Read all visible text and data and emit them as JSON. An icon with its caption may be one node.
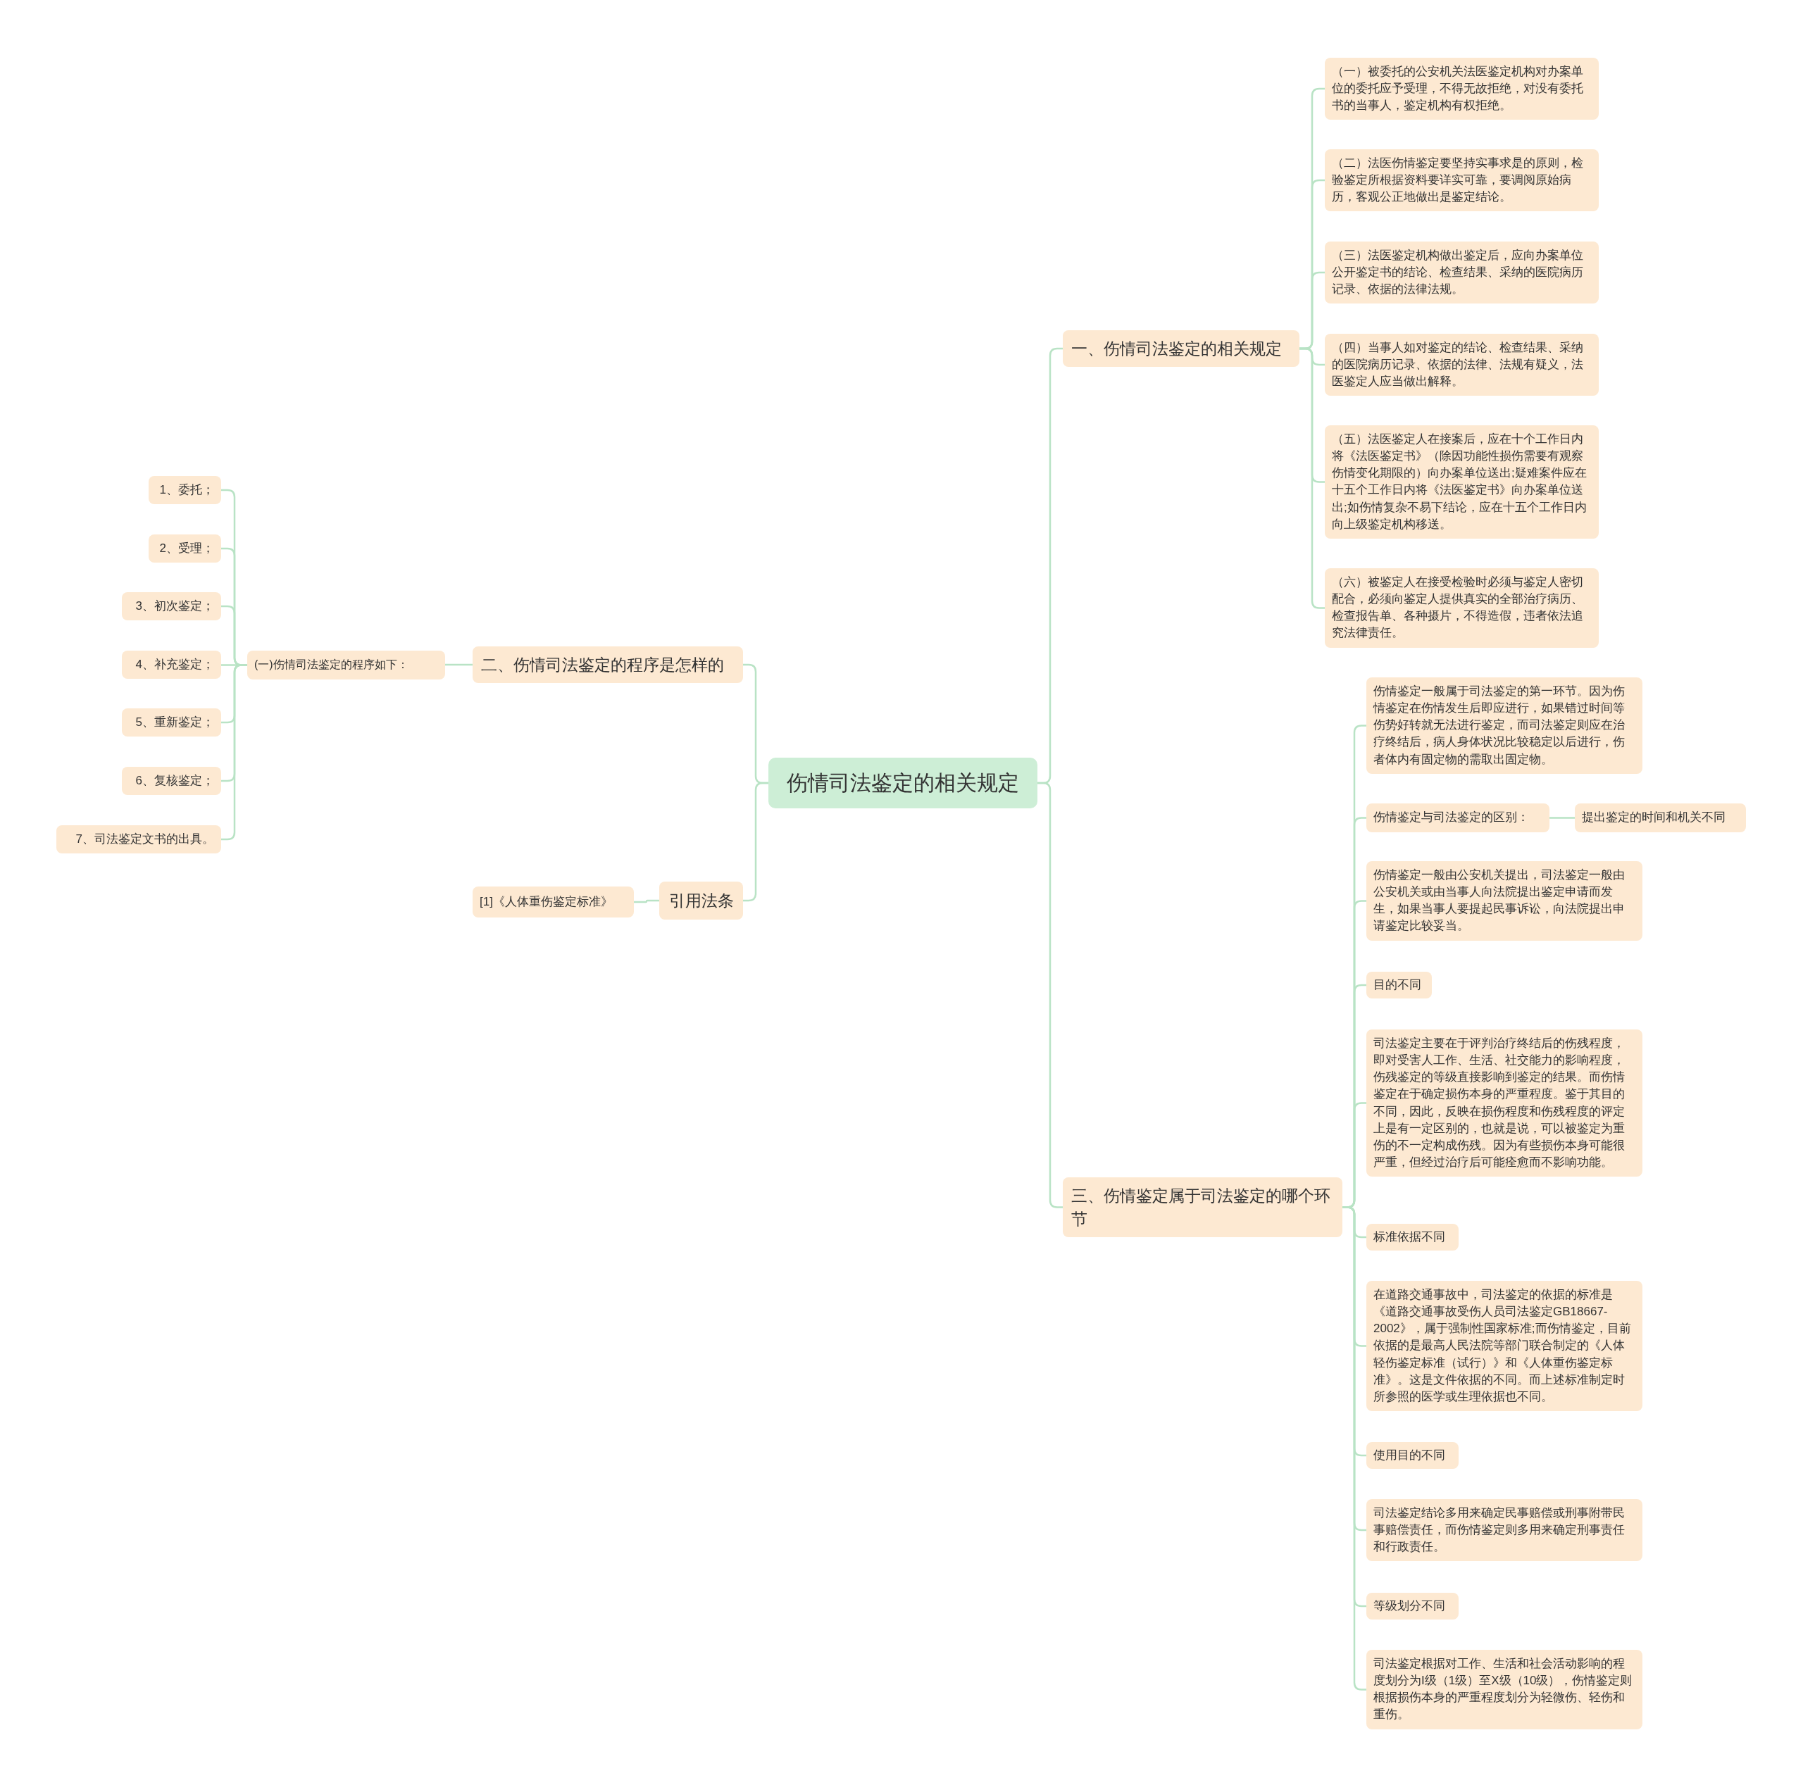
{
  "diagram": {
    "nodes": [
      {
        "text": [
          "伤情司法鉴定的相关规定"
        ]
      },
      {
        "text": [
          "一、伤情司法鉴定的相关规定"
        ]
      },
      {
        "text": [
          "（一）被委托的公安机关法医鉴定机构对办案单位的委托应予受理，不得无故拒绝，对没有委托书的当事人，鉴定机构有权拒绝。"
        ]
      },
      {
        "text": [
          "（二）法医伤情鉴定要坚持实事求是的原则，检验鉴定所根据资料要详实可靠，要调阅原始病历，客观公正地做出是鉴定结论。"
        ]
      },
      {
        "text": [
          "（三）法医鉴定机构做出鉴定后，应向办案单位公开鉴定书的结论、检查结果、采纳的医院病历记录、依据的法律法规。"
        ]
      },
      {
        "text": [
          "（四）当事人如对鉴定的结论、检查结果、采纳的医院病历记录、依据的法律、法规有疑义，法医鉴定人应当做出解释。"
        ]
      },
      {
        "text": [
          "（五）法医鉴定人在接案后，应在十个工作日内将《法医鉴定书》（除因功能性损伤需要有观察伤情变化期限的）向办案单位送出;疑难案件应在十五个工作日内将《法医鉴定书》向办案单位送出;如伤情复杂不易下结论，应在十五个工作日内向上级鉴定机构移送。"
        ]
      },
      {
        "text": [
          "（六）被鉴定人在接受检验时必须与鉴定人密切配合，必须向鉴定人提供真实的全部治疗病历、检查报告单、各种摄片，不得造假，违者依法追究法律责任。"
        ]
      },
      {
        "text": [
          "二、伤情司法鉴定的程序是怎样的"
        ]
      },
      {
        "text": [
          "(一)伤情司法鉴定的程序如下："
        ]
      },
      {
        "text": [
          "1、委托；"
        ]
      },
      {
        "text": [
          "2、受理；"
        ]
      },
      {
        "text": [
          "3、初次鉴定；"
        ]
      },
      {
        "text": [
          "4、补充鉴定；"
        ]
      },
      {
        "text": [
          "5、重新鉴定；"
        ]
      },
      {
        "text": [
          "6、复核鉴定；"
        ]
      },
      {
        "text": [
          "7、司法鉴定文书的出具。"
        ]
      },
      {
        "text": [
          "引用法条"
        ]
      },
      {
        "text": [
          "[1]《人体重伤鉴定标准》"
        ]
      },
      {
        "text": [
          "三、伤情鉴定属于司法鉴定的哪个环节"
        ]
      },
      {
        "text": [
          "伤情鉴定一般属于司法鉴定的第一环节。因为伤情鉴定在伤情发生后即应进行，如果错过时间等伤势好转就无法进行鉴定，而司法鉴定则应在治疗终结后，病人身体状况比较稳定以后进行，伤者体内有固定物的需取出固定物。"
        ]
      },
      {
        "text": [
          "伤情鉴定与司法鉴定的区别："
        ]
      },
      {
        "text": [
          "提出鉴定的时间和机关不同"
        ]
      },
      {
        "text": [
          "伤情鉴定一般由公安机关提出，司法鉴定一般由公安机关或由当事人向法院提出鉴定申请而发生，如果当事人要提起民事诉讼，向法院提出申请鉴定比较妥当。"
        ]
      },
      {
        "text": [
          "目的不同"
        ]
      },
      {
        "text": [
          "司法鉴定主要在于评判治疗终结后的伤残程度，即对受害人工作、生活、社交能力的影响程度，伤残鉴定的等级直接影响到鉴定的结果。而伤情鉴定在于确定损伤本身的严重程度。鉴于其目的不同，因此，反映在损伤程度和伤残程度的评定上是有一定区别的，也就是说，可以被鉴定为重伤的不一定构成伤残。因为有些损伤本身可能很严重，但经过治疗后可能痊愈而不影响功能。"
        ]
      },
      {
        "text": [
          "标准依据不同"
        ]
      },
      {
        "text": [
          "在道路交通事故中，司法鉴定的依据的标准是《道路交通事故受伤人员司法鉴定GB18667-2002》，属于强制性国家标准;而伤情鉴定，目前依据的是最高人民法院等部门联合制定的《人体轻伤鉴定标准（试行）》和《人体重伤鉴定标准》。这是文件依据的不同。而上述标准制定时所参照的医学或生理依据也不同。"
        ]
      },
      {
        "text": [
          "使用目的不同"
        ]
      },
      {
        "text": [
          "司法鉴定结论多用来确定民事赔偿或刑事附带民事赔偿责任，而伤情鉴定则多用来确定刑事责任和行政责任。"
        ]
      },
      {
        "text": [
          "等级划分不同"
        ]
      },
      {
        "text": [
          "司法鉴定根据对工作、生活和社会活动影响的程度划分为I级（1级）至X级（10级），伤情鉴定则根据损伤本身的严重程度划分为轻微伤、轻伤和重伤。"
        ]
      }
    ],
    "edges": [
      {
        "from": 0,
        "to": 1,
        "arrow": "none"
      },
      {
        "from": 1,
        "to": 2,
        "arrow": "none"
      },
      {
        "from": 1,
        "to": 3,
        "arrow": "none"
      },
      {
        "from": 1,
        "to": 4,
        "arrow": "none"
      },
      {
        "from": 1,
        "to": 5,
        "arrow": "none"
      },
      {
        "from": 1,
        "to": 6,
        "arrow": "none"
      },
      {
        "from": 1,
        "to": 7,
        "arrow": "none"
      },
      {
        "from": 0,
        "to": 8,
        "arrow": "none"
      },
      {
        "from": 8,
        "to": 9,
        "arrow": "none"
      },
      {
        "from": 9,
        "to": 10,
        "arrow": "none"
      },
      {
        "from": 9,
        "to": 11,
        "arrow": "none"
      },
      {
        "from": 9,
        "to": 12,
        "arrow": "none"
      },
      {
        "from": 9,
        "to": 13,
        "arrow": "none"
      },
      {
        "from": 9,
        "to": 14,
        "arrow": "none"
      },
      {
        "from": 9,
        "to": 15,
        "arrow": "none"
      },
      {
        "from": 9,
        "to": 16,
        "arrow": "none"
      },
      {
        "from": 0,
        "to": 17,
        "arrow": "none"
      },
      {
        "from": 17,
        "to": 18,
        "arrow": "none"
      },
      {
        "from": 0,
        "to": 19,
        "arrow": "none"
      },
      {
        "from": 19,
        "to": 20,
        "arrow": "none"
      },
      {
        "from": 19,
        "to": 21,
        "arrow": "none"
      },
      {
        "from": 21,
        "to": 22,
        "arrow": "none"
      },
      {
        "from": 19,
        "to": 23,
        "arrow": "none"
      },
      {
        "from": 19,
        "to": 24,
        "arrow": "none"
      },
      {
        "from": 19,
        "to": 25,
        "arrow": "none"
      },
      {
        "from": 19,
        "to": 26,
        "arrow": "none"
      },
      {
        "from": 19,
        "to": 27,
        "arrow": "none"
      },
      {
        "from": 19,
        "to": 28,
        "arrow": "none"
      },
      {
        "from": 19,
        "to": 29,
        "arrow": "none"
      },
      {
        "from": 19,
        "to": 30,
        "arrow": "none"
      },
      {
        "from": 19,
        "to": 31,
        "arrow": "none"
      }
    ]
  }
}
